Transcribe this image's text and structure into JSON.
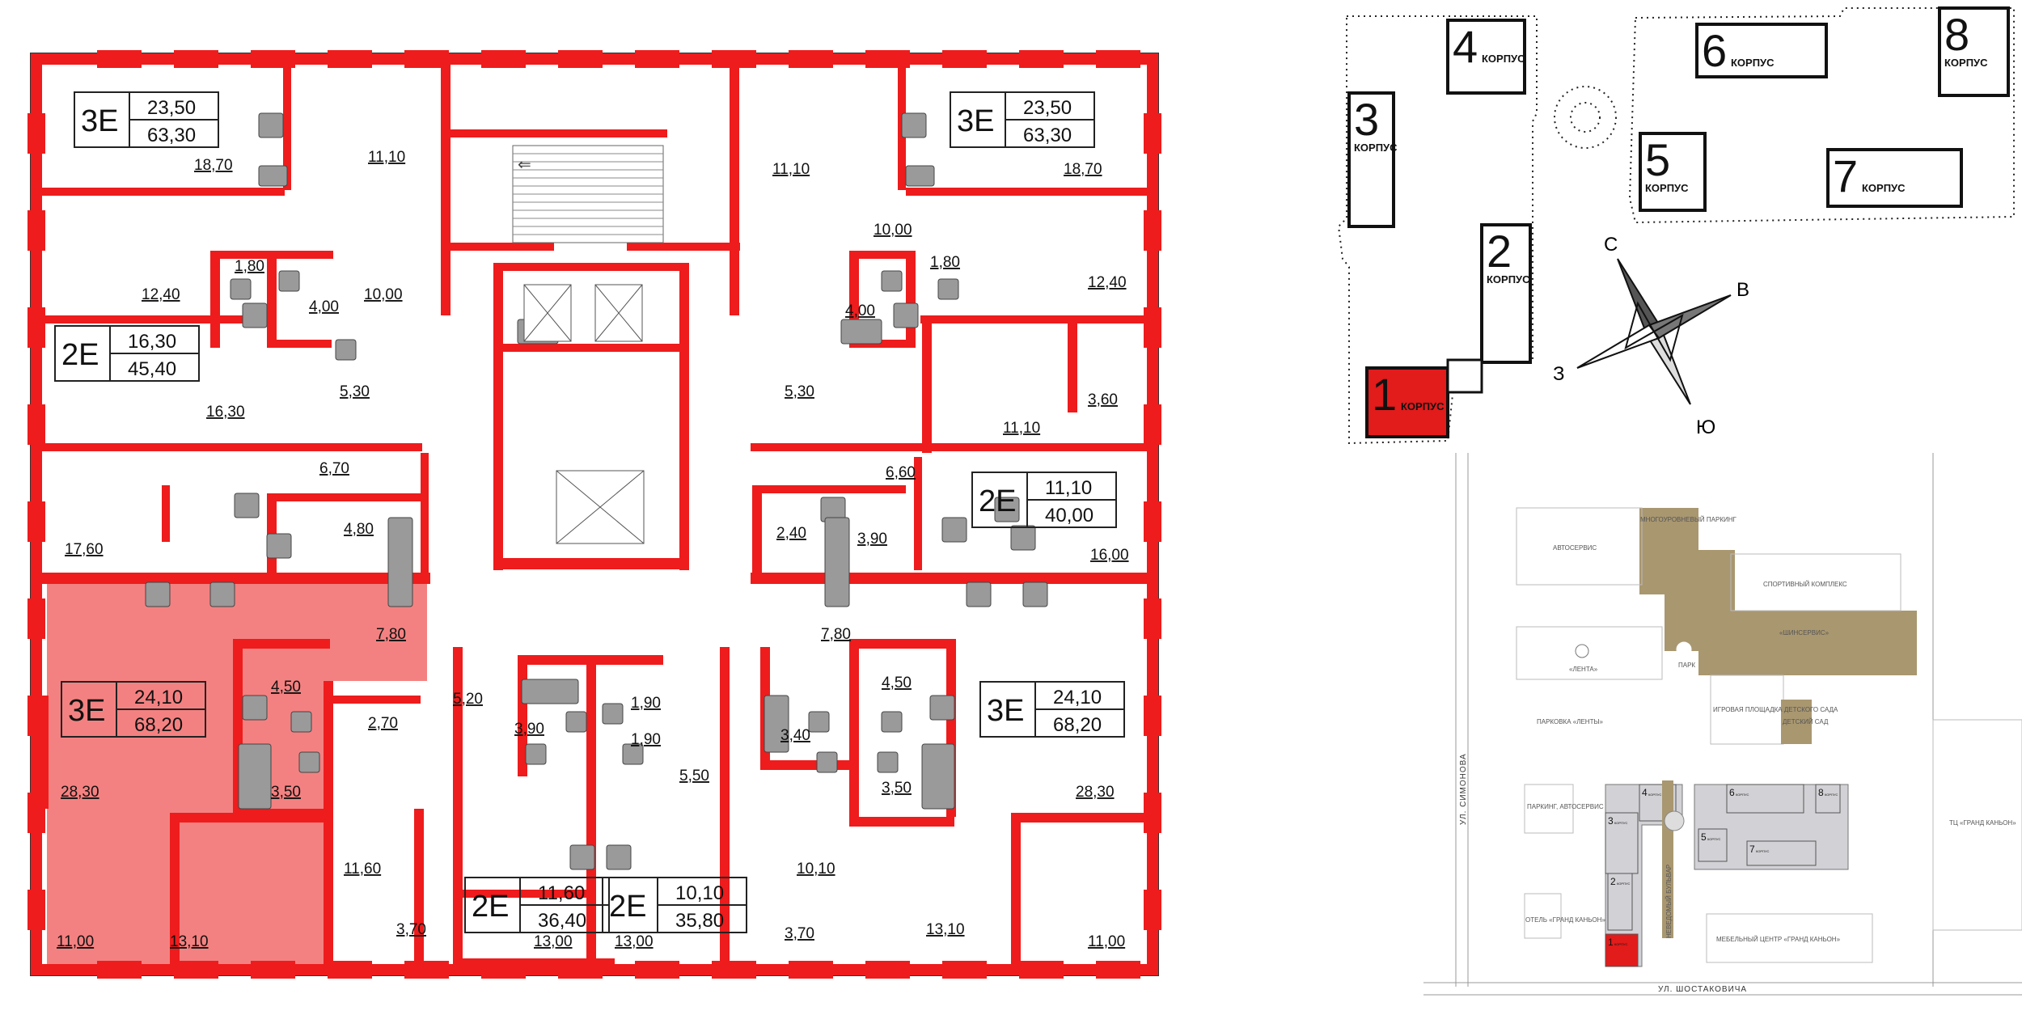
{
  "colors": {
    "wall": "#ee1c1c",
    "highlight": "#f26b6b",
    "selected_building": "#e21b1b",
    "park": "#a99770",
    "building_gray": "#d2d2d6",
    "fixture": "#9a9a9a"
  },
  "floor_plan": {
    "apartments": [
      {
        "code": "3Е",
        "living": "23,50",
        "total": "63,30"
      },
      {
        "code": "3Е",
        "living": "23,50",
        "total": "63,30"
      },
      {
        "code": "2Е",
        "living": "16,30",
        "total": "45,40"
      },
      {
        "code": "2Е",
        "living": "11,10",
        "total": "40,00"
      },
      {
        "code": "3Е",
        "living": "24,10",
        "total": "68,20"
      },
      {
        "code": "3Е",
        "living": "24,10",
        "total": "68,20"
      },
      {
        "code": "2Е",
        "living": "11,60",
        "total": "36,40"
      },
      {
        "code": "2Е",
        "living": "10,10",
        "total": "35,80"
      }
    ],
    "rooms": [
      "18,70",
      "11,10",
      "1,80",
      "12,40",
      "4,00",
      "10,00",
      "5,30",
      "16,30",
      "6,70",
      "4,80",
      "17,60",
      "7,80",
      "4,50",
      "3,50",
      "28,30",
      "11,00",
      "13,10",
      "2,70",
      "11,60",
      "3,70",
      "13,00",
      "5,20",
      "3,90",
      "1,90",
      "1,90",
      "13,00",
      "5,50",
      "3,40",
      "10,10",
      "3,70",
      "7,80",
      "4,50",
      "3,50",
      "13,10",
      "28,30",
      "11,00",
      "11,10",
      "18,70",
      "10,00",
      "1,80",
      "12,40",
      "4,00",
      "5,30",
      "11,10",
      "3,60",
      "6,60",
      "2,40",
      "3,90",
      "16,00"
    ]
  },
  "site_plan": {
    "buildings": [
      {
        "number": "1",
        "word": "КОРПУС",
        "selected": true
      },
      {
        "number": "2",
        "word": "КОРПУС",
        "selected": false
      },
      {
        "number": "3",
        "word": "КОРПУС",
        "selected": false
      },
      {
        "number": "4",
        "word": "КОРПУС",
        "selected": false
      },
      {
        "number": "5",
        "word": "КОРПУС",
        "selected": false
      },
      {
        "number": "6",
        "word": "КОРПУС",
        "selected": false
      },
      {
        "number": "7",
        "word": "КОРПУС",
        "selected": false
      },
      {
        "number": "8",
        "word": "КОРПУС",
        "selected": false
      }
    ],
    "compass": {
      "north": "С",
      "east": "В",
      "south": "Ю",
      "west": "З"
    }
  },
  "location_map": {
    "labels": {
      "autoservice": "АВТОСЕРВИС",
      "parking_multi": "МНОГОУРОВНЕВЫЙ ПАРКИНГ",
      "sport": "СПОРТИВНЫЙ КОМПЛЕКС",
      "shinservis": "«ШИНСЕРВИС»",
      "lenta": "«ЛЕНТА»",
      "park": "ПАРК",
      "lenta_parking": "ПАРКОВКА «ЛЕНТЫ»",
      "playground": "ИГРОВАЯ ПЛОЩАДКА ДЕТСКОГО САДА",
      "kindergarten": "ДЕТСКИЙ САД",
      "parking_auto": "ПАРКИНГ, АВТОСЕРВИС",
      "hotel": "ОТЕЛЬ «ГРАНД КАНЬОН»",
      "furniture": "МЕБЕЛЬНЫЙ ЦЕНТР «ГРАНД КАНЬОН»",
      "tc": "ТЦ «ГРАНД КАНЬОН»",
      "street_bottom": "УЛ. ШОСТАКОВИЧА",
      "street_left": "УЛ. СИМОНОВА",
      "boulevard": "НЕВЕДОМЫЙ БУЛЬВАР"
    },
    "buildings": [
      "1",
      "2",
      "3",
      "4",
      "5",
      "6",
      "7",
      "8"
    ],
    "building_word": "КОРПУС"
  }
}
